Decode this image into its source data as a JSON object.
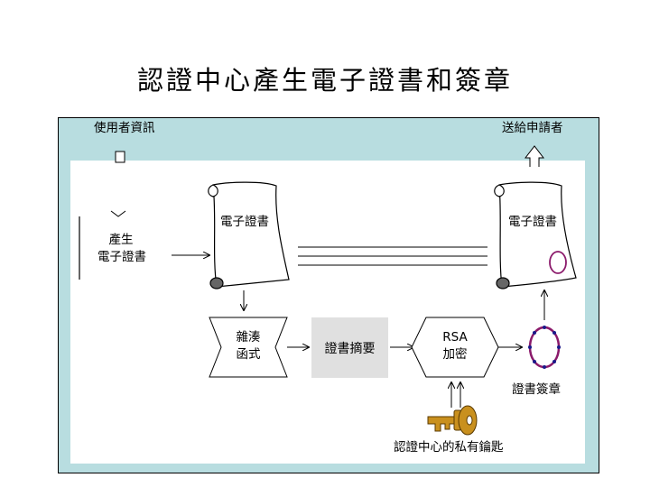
{
  "title": "認證中心產生電子證書和簽章",
  "labels": {
    "user_info": "使用者資訊",
    "send_to_applicant": "送給申請者",
    "generate_line1": "產生",
    "generate_line2": "電子證書",
    "cert_left": "電子證書",
    "cert_right": "電子證書",
    "hash_line1": "雜湊",
    "hash_line2": "函式",
    "digest": "證書摘要",
    "rsa_line1": "RSA",
    "rsa_line2": "加密",
    "signature": "證書簽章",
    "private_key": "認證中心的私有鑰匙"
  },
  "colors": {
    "frame_bg": "#b8dde0",
    "digest_bg": "#e0e0e0",
    "signature_ring": "#8b1a6b",
    "signature_dots": "#1a1a8a",
    "key_fill": "#c9901e"
  }
}
